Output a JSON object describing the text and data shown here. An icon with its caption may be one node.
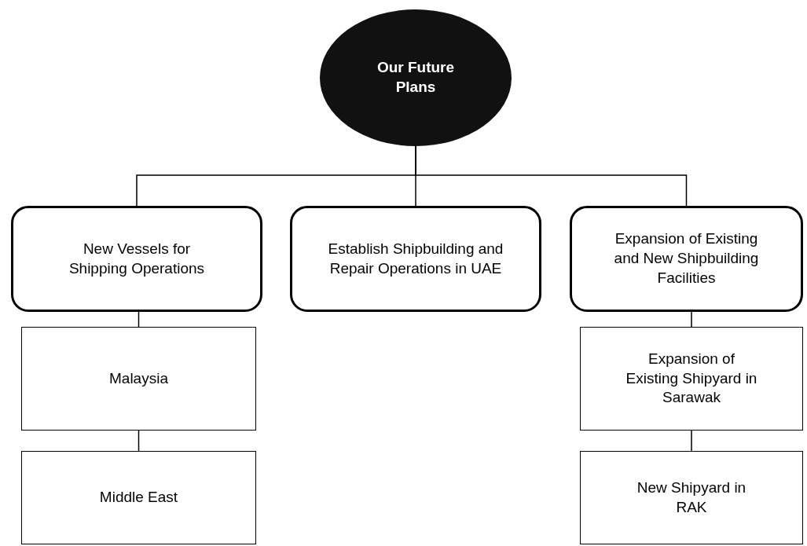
{
  "diagram": {
    "nodes": [
      {
        "text": [
          "Our Future Plans"
        ]
      },
      {
        "text": [
          "New Vessels for Shipping Operations"
        ]
      },
      {
        "text": [
          "Establish Shipbuilding and Repair Operations in UAE"
        ]
      },
      {
        "text": [
          "Expansion of Existing and New Shipbuilding Facilities"
        ]
      },
      {
        "text": [
          "Malaysia"
        ]
      },
      {
        "text": [
          "Middle East"
        ]
      },
      {
        "text": [
          "Expansion of Existing Shipyard in Sarawak"
        ]
      },
      {
        "text": [
          "New Shipyard in RAK"
        ]
      }
    ],
    "edges": [
      {
        "from": 0,
        "to": 1,
        "arrow": "none"
      },
      {
        "from": 0,
        "to": 2,
        "arrow": "none"
      },
      {
        "from": 0,
        "to": 3,
        "arrow": "none"
      },
      {
        "from": 1,
        "to": 4,
        "arrow": "none"
      },
      {
        "from": 4,
        "to": 5,
        "arrow": "none"
      },
      {
        "from": 3,
        "to": 6,
        "arrow": "none"
      },
      {
        "from": 6,
        "to": 7,
        "arrow": "none"
      }
    ]
  }
}
